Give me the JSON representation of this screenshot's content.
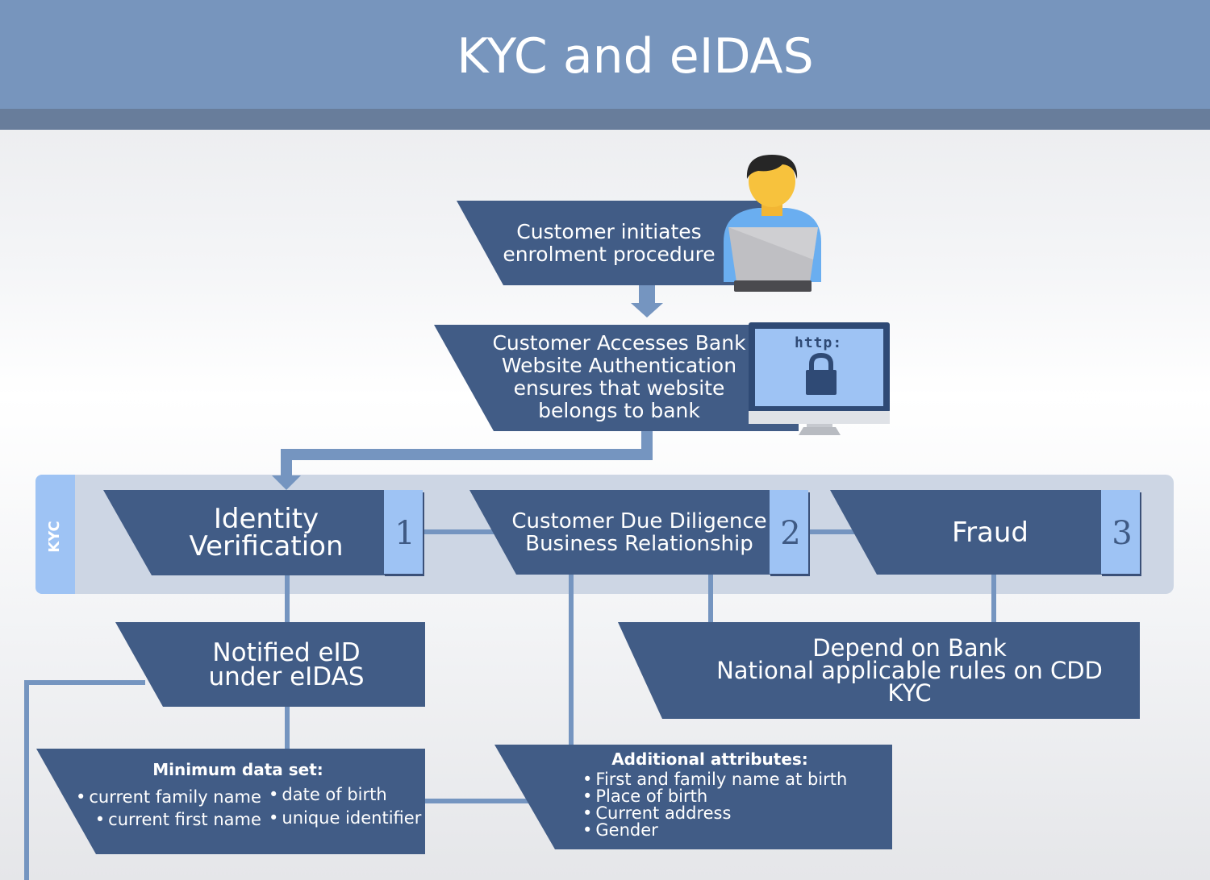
{
  "title": "KYC and eIDAS",
  "colors": {
    "header": "#7795bd",
    "header_strip": "#687d9b",
    "box": "#415c86",
    "connector": "#7595c0",
    "band": "#cdd6e4",
    "badge": "#9ec3f4"
  },
  "icons": [
    "person-with-laptop-icon",
    "monitor-icon",
    "padlock-icon"
  ],
  "steps": {
    "customer_initiates": [
      "Customer initiates",
      "enrolment procedure"
    ],
    "customer_accesses": [
      "Customer Accesses Bank",
      "Website Authentication",
      "ensures that website",
      "belongs to bank"
    ]
  },
  "monitor_text": "http:",
  "band_label": "KYC",
  "pillars": [
    {
      "lines": [
        "Identity",
        "Verification"
      ],
      "number": "1"
    },
    {
      "lines": [
        "Customer Due Diligence",
        "Business Relationship"
      ],
      "number": "2"
    },
    {
      "lines": [
        "Fraud"
      ],
      "number": "3"
    }
  ],
  "notified_eid": [
    "Notified eID",
    "under eIDAS"
  ],
  "depend_on_bank": [
    "Depend on Bank",
    "National applicable rules on CDD",
    "KYC"
  ],
  "minimum_data_set": {
    "heading": "Minimum data set:",
    "left_items": [
      "current family name",
      "current first name"
    ],
    "right_items": [
      "date of birth",
      "unique identifier"
    ]
  },
  "additional_attributes": {
    "heading": "Additional attributes:",
    "items": [
      "First and family name at birth",
      "Place of birth",
      "Current address",
      "Gender"
    ]
  }
}
